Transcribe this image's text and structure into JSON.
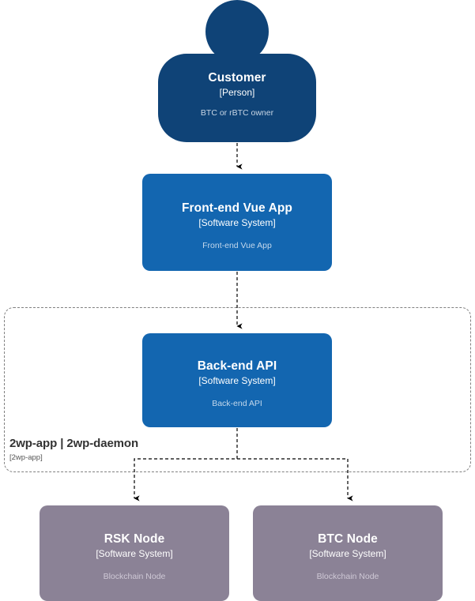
{
  "diagram": {
    "kind": "c4-system-context-diagram",
    "background_color": "#ffffff",
    "colors": {
      "person_fill": "#0f4377",
      "system_fill": "#1366b0",
      "node_fill": "#8b8296",
      "boundary_stroke": "#808080",
      "connector_stroke": "#000000",
      "title_text": "#ffffff",
      "desc_text_on_blue": "#c3d8ec",
      "desc_text_on_gray": "#cfc9d6",
      "boundary_title_text": "#333333"
    }
  },
  "elements": {
    "customer": {
      "title": "Customer",
      "type": "[Person]",
      "description": "BTC or rBTC owner",
      "shape": "person"
    },
    "frontend": {
      "title": "Front-end Vue App",
      "type": "[Software System]",
      "description": "Front-end Vue App",
      "shape": "rounded-box"
    },
    "backend": {
      "title": "Back-end API",
      "type": "[Software System]",
      "description": "Back-end API",
      "shape": "rounded-box"
    },
    "rsk_node": {
      "title": "RSK Node",
      "type": "[Software System]",
      "description": "Blockchain Node",
      "shape": "rounded-box"
    },
    "btc_node": {
      "title": "BTC Node",
      "type": "[Software System]",
      "description": "Blockchain Node",
      "shape": "rounded-box"
    }
  },
  "boundary": {
    "title": "2wp-app | 2wp-daemon",
    "type": "[2wp-app]",
    "style": "dashed"
  },
  "relationships": [
    {
      "from": "customer",
      "to": "frontend",
      "style": "dashed-arrow",
      "label": ""
    },
    {
      "from": "frontend",
      "to": "backend",
      "style": "dashed-arrow",
      "label": ""
    },
    {
      "from": "backend",
      "to": "rsk_node",
      "style": "dashed-arrow",
      "label": ""
    },
    {
      "from": "backend",
      "to": "btc_node",
      "style": "dashed-arrow",
      "label": ""
    }
  ]
}
